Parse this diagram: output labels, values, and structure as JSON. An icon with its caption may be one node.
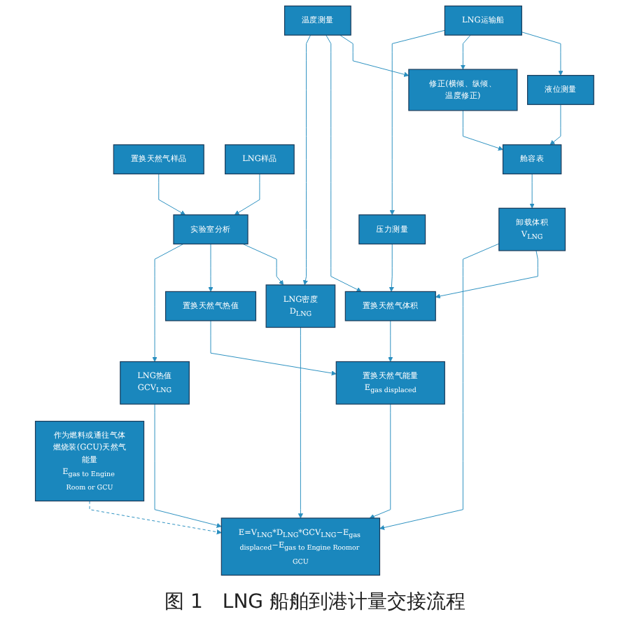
{
  "diagram": {
    "caption": "图 1　LNG 船舶到港计量交接流程",
    "nodes": [
      {
        "text": [
          "LNG运输船"
        ]
      },
      {
        "text": [
          "作为燃料或通往气体燃烧装(GCU)天然气能量",
          "E$_{gas to Engine Room or GCU}$"
        ]
      },
      {
        "text": [
          "液位测量"
        ]
      },
      {
        "text": [
          "修正(横倾、纵倾、温度修正)"
        ]
      },
      {
        "text": [
          "压力测量"
        ]
      },
      {
        "text": [
          "温度测量"
        ]
      },
      {
        "text": [
          "置换天然气样品"
        ]
      },
      {
        "text": [
          "LNG样品"
        ]
      },
      {
        "text": [
          "实验室分析"
        ]
      },
      {
        "text": [
          "舱容表"
        ]
      },
      {
        "text": [
          "卸载体积",
          "V$_{LNG}$"
        ]
      },
      {
        "text": [
          "置换天然气体积"
        ]
      },
      {
        "text": [
          "LNG密度",
          "D$_{LNG}$"
        ]
      },
      {
        "text": [
          "置换天然气热值"
        ]
      },
      {
        "text": [
          "LNG热值",
          "GCV$_{LNG}$"
        ]
      },
      {
        "text": [
          "置换天然气能量E$_{gas displaced}$"
        ]
      },
      {
        "text": [
          "E=V$_{LNG}$*D$_{LNG}$*GCV$_{LNG}$−E$_{gas displaced}$−E$_{gas to Engine Roomor GCU}$"
        ]
      }
    ],
    "edges": [
      {
        "from": 0,
        "to": 2,
        "arrow": "to"
      },
      {
        "from": 0,
        "to": 3,
        "arrow": "to"
      },
      {
        "from": 0,
        "to": 4,
        "arrow": "to"
      },
      {
        "from": 5,
        "to": 3,
        "arrow": "to"
      },
      {
        "from": 6,
        "to": 8,
        "arrow": "to"
      },
      {
        "from": 7,
        "to": 8,
        "arrow": "to"
      },
      {
        "from": 2,
        "to": 9,
        "arrow": "to"
      },
      {
        "from": 3,
        "to": 9,
        "arrow": "to"
      },
      {
        "from": 9,
        "to": 10,
        "arrow": "to"
      },
      {
        "from": 10,
        "to": 11,
        "arrow": "to"
      },
      {
        "from": 4,
        "to": 11,
        "arrow": "to"
      },
      {
        "from": 5,
        "to": 11,
        "arrow": "to"
      },
      {
        "from": 5,
        "to": 12,
        "arrow": "to"
      },
      {
        "from": 8,
        "to": 12,
        "arrow": "to"
      },
      {
        "from": 8,
        "to": 13,
        "arrow": "to"
      },
      {
        "from": 8,
        "to": 14,
        "arrow": "to"
      },
      {
        "from": 11,
        "to": 15,
        "arrow": "to"
      },
      {
        "from": 13,
        "to": 15,
        "arrow": "to"
      },
      {
        "from": 10,
        "to": 16,
        "arrow": "to"
      },
      {
        "from": 12,
        "to": 16,
        "arrow": "to"
      },
      {
        "from": 15,
        "to": 16,
        "arrow": "to"
      },
      {
        "from": 1,
        "to": 16,
        "arrow": "to",
        "style": "dashed"
      },
      {
        "from": 14,
        "to": 16,
        "arrow": "to"
      }
    ]
  }
}
